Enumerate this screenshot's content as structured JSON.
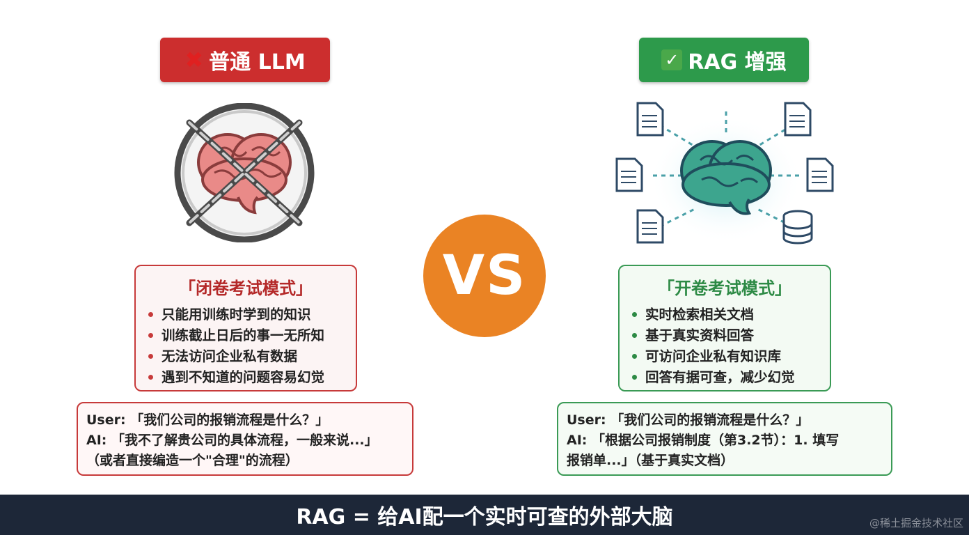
{
  "left": {
    "badge_label": "普通 LLM",
    "mode_title": "「闭卷考试模式」",
    "bullets": [
      "只能用训练时学到的知识",
      "训练截止日后的事一无所知",
      "无法访问企业私有数据",
      "遇到不知道的问题容易幻觉"
    ],
    "dialog": [
      "User: 「我们公司的报销流程是什么？」",
      "AI: 「我不了解贵公司的具体流程，一般来说...」",
      "（或者直接编造一个\"合理\"的流程）"
    ]
  },
  "center": {
    "vs_label": "VS"
  },
  "right": {
    "badge_label": "RAG 增强",
    "mode_title": "「开卷考试模式」",
    "bullets": [
      "实时检索相关文档",
      "基于真实资料回答",
      "可访问企业私有知识库",
      "回答有据可查，减少幻觉"
    ],
    "dialog": [
      "User: 「我们公司的报销流程是什么？」",
      "AI: 「根据公司报销制度（第3.2节）：1. 填写",
      "报销单...」（基于真实文档）"
    ]
  },
  "footer": {
    "summary": "RAG = 给AI配一个实时可查的外部大脑"
  },
  "watermark": "@稀土掘金技术社区",
  "colors": {
    "red": "#cc2e2e",
    "green": "#2d9a4b",
    "orange": "#ea8324",
    "footer_bg": "#1d2738"
  },
  "icons": [
    "cross-icon",
    "check-icon",
    "chained-brain-icon",
    "connected-brain-icon",
    "document-icon",
    "database-icon"
  ]
}
